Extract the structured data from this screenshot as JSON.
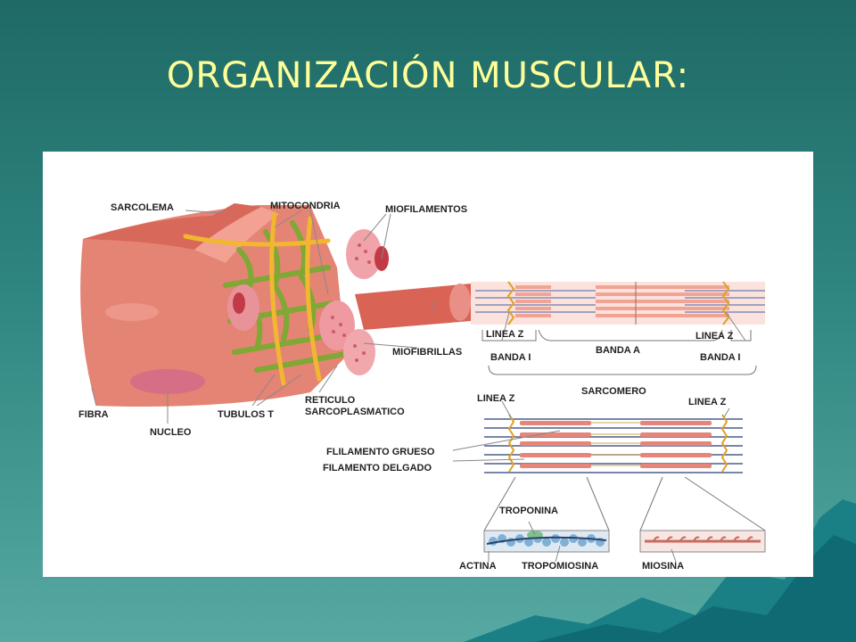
{
  "slide": {
    "title": "ORGANIZACIÓN MUSCULAR:"
  },
  "diagram": {
    "labels": {
      "sarcolema": "SARCOLEMA",
      "mitocondria": "MITOCONDRIA",
      "miofilamentos": "MIOFILAMENTOS",
      "miofibrillas": "MIOFIBRILLAS",
      "fibra": "FIBRA",
      "nucleo": "NUCLEO",
      "tubulos_t": "TUBULOS T",
      "reticulo_1": "RETICULO",
      "reticulo_2": "SARCOPLASMATICO",
      "linea_z_left": "LINEA Z",
      "linea_z_right": "LINEA Z",
      "banda_a": "BANDA A",
      "banda_i_left": "BANDA I",
      "banda_i_right": "BANDA I",
      "sarcomero": "SARCOMERO",
      "linea_z_lower_left": "LINEA Z",
      "linea_z_lower_right": "LINEA Z",
      "filamento_grueso": "FLILAMENTO GRUESO",
      "filamento_delgado": "FILAMENTO DELGADO",
      "troponina": "TROPONINA",
      "actina": "ACTINA",
      "tropomiosina": "TROPOMIOSINA",
      "miosina": "MIOSINA"
    }
  },
  "colors": {
    "title": "#ffff99",
    "muscle": "#e07a6a",
    "muscle_dark": "#c45a4c",
    "reticulum": "#8fb23a",
    "tubule": "#f2b730",
    "filament_thick": "#e7857a",
    "filament_thin": "#4a5d8a",
    "actin": "#7fb0d6"
  }
}
